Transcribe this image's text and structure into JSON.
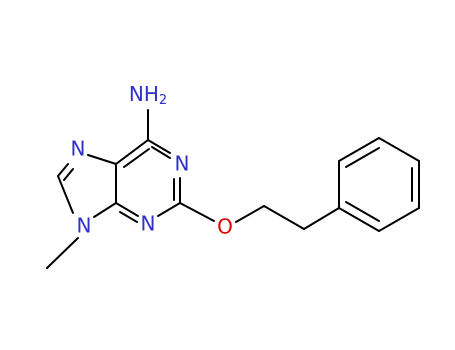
{
  "colors": {
    "bond": "#000000",
    "nitrogen": "#3030c8",
    "oxygen": "#e00000",
    "background": "#ffffff"
  },
  "labels": {
    "amine": {
      "main": "NH",
      "sub": "2"
    },
    "n1": "N",
    "n3": "N",
    "n7": "N",
    "n9": "N",
    "ether_oxygen": "O"
  }
}
